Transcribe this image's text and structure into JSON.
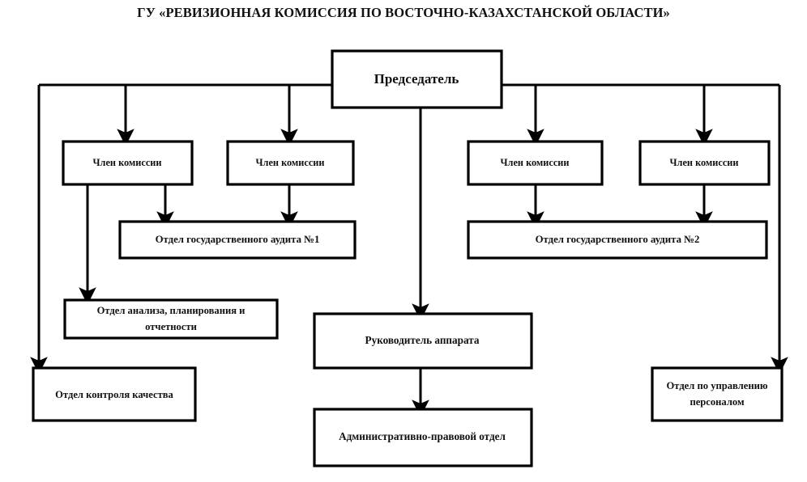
{
  "title": "ГУ «РЕВИЗИОННАЯ КОМИССИЯ ПО ВОСТОЧНО-КАЗАХСТАНСКОЙ ОБЛАСТИ»",
  "colors": {
    "box_fill": "#ffffff",
    "box_stroke": "#000000",
    "text": "#111111",
    "background": "#ffffff"
  },
  "nodes": {
    "chairman": {
      "label": "Председатель"
    },
    "member1": {
      "label": "Член комиссии"
    },
    "member2": {
      "label": "Член комиссии"
    },
    "member3": {
      "label": "Член комиссии"
    },
    "member4": {
      "label": "Член комиссии"
    },
    "audit1": {
      "label": "Отдел государственного аудита №1"
    },
    "audit2": {
      "label": "Отдел государственного аудита №2"
    },
    "analysis": {
      "line1": "Отдел анализа, планирования и",
      "line2": "отчетности"
    },
    "quality": {
      "label": "Отдел контроля качества"
    },
    "apparat": {
      "label": "Руководитель аппарата"
    },
    "legal": {
      "label": "Административно-правовой отдел"
    },
    "hr": {
      "line1": "Отдел по управлению",
      "line2": "персоналом"
    }
  },
  "chart_data": {
    "type": "diagram",
    "title": "ГУ «РЕВИЗИОННАЯ КОМИССИЯ ПО ВОСТОЧНО-КАЗАХСТАНСКОЙ ОБЛАСТИ»",
    "orientation": "top-down",
    "levels": [
      [
        "Председатель"
      ],
      [
        "Член комиссии",
        "Член комиссии",
        "Член комиссии",
        "Член комиссии"
      ],
      [
        "Отдел государственного аудита №1",
        "Отдел государственного аудита №2"
      ],
      [
        "Отдел анализа, планирования и отчетности",
        "Руководитель аппарата"
      ],
      [
        "Отдел контроля качества",
        "Административно-правовой отдел",
        "Отдел по управлению персоналом"
      ]
    ],
    "edges": [
      {
        "from": "Председатель",
        "to": "Член комиссии 1"
      },
      {
        "from": "Председатель",
        "to": "Член комиссии 2"
      },
      {
        "from": "Председатель",
        "to": "Член комиссии 3"
      },
      {
        "from": "Председатель",
        "to": "Член комиссии 4"
      },
      {
        "from": "Председатель",
        "to": "Руководитель аппарата"
      },
      {
        "from": "Председатель",
        "to": "Отдел контроля качества"
      },
      {
        "from": "Председатель",
        "to": "Отдел по управлению персоналом"
      },
      {
        "from": "Член комиссии 1",
        "to": "Отдел анализа, планирования и отчетности"
      },
      {
        "from": "Член комиссии 1",
        "to": "Отдел государственного аудита №1"
      },
      {
        "from": "Член комиссии 2",
        "to": "Отдел государственного аудита №1"
      },
      {
        "from": "Член комиссии 3",
        "to": "Отдел государственного аудита №2"
      },
      {
        "from": "Член комиссии 4",
        "to": "Отдел государственного аудита №2"
      },
      {
        "from": "Руководитель аппарата",
        "to": "Административно-правовой отдел"
      }
    ]
  }
}
